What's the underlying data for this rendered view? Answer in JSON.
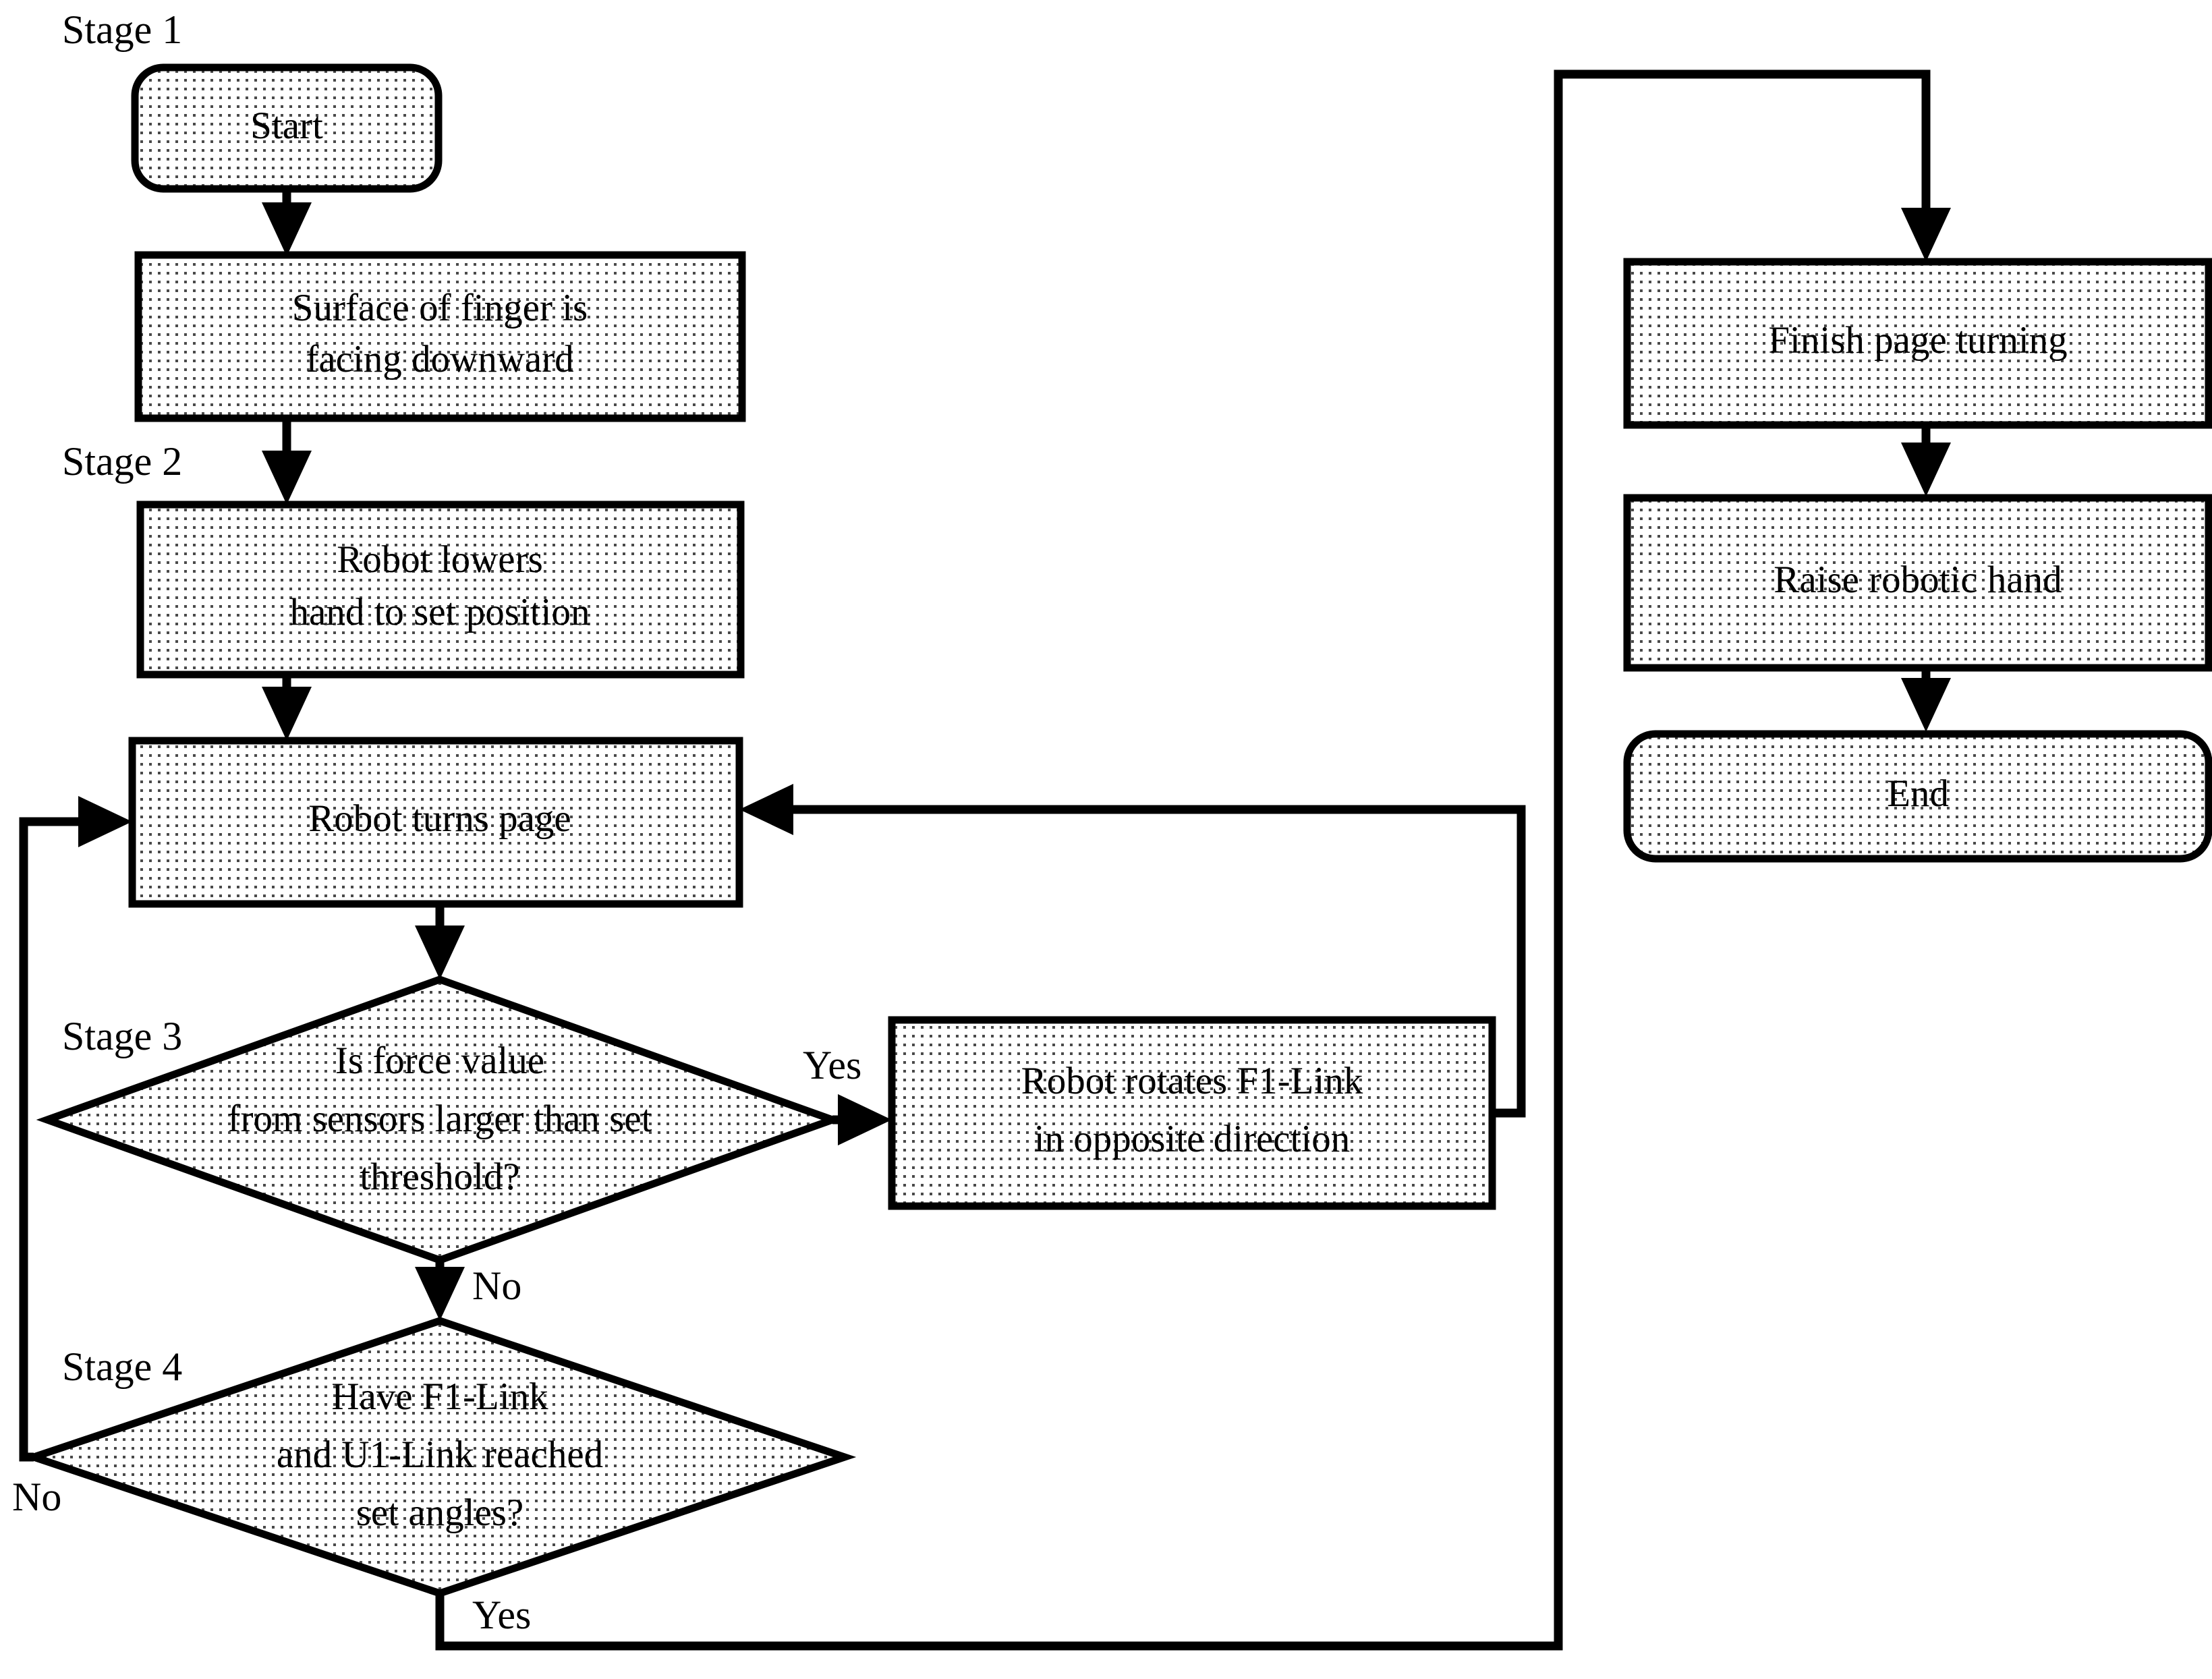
{
  "diagram": {
    "title": "Robotic page-turning control flowchart",
    "fill_pattern": "dotted-stipple",
    "line_color": "#000000",
    "background_color": "#ffffff"
  },
  "stages": [
    {
      "id": "stage1",
      "label": "Stage 1"
    },
    {
      "id": "stage2",
      "label": "Stage 2"
    },
    {
      "id": "stage3",
      "label": "Stage 3"
    },
    {
      "id": "stage4",
      "label": "Stage 4"
    }
  ],
  "nodes": [
    {
      "id": "start",
      "shape": "terminator",
      "line1": "Start",
      "line2": ""
    },
    {
      "id": "finger-down",
      "shape": "process",
      "line1": "Surface of finger is",
      "line2": "facing downward"
    },
    {
      "id": "lower-hand",
      "shape": "process",
      "line1": "Robot lowers",
      "line2": "hand to set position"
    },
    {
      "id": "turn-page",
      "shape": "process",
      "line1": "Robot turns page",
      "line2": ""
    },
    {
      "id": "force-check",
      "shape": "decision",
      "line1": "Is force value",
      "line2": "from sensors larger than set",
      "line3": "threshold?"
    },
    {
      "id": "rotate-back",
      "shape": "process",
      "line1": "Robot rotates F1-Link",
      "line2": "in opposite direction"
    },
    {
      "id": "angle-check",
      "shape": "decision",
      "line1": "Have F1-Link",
      "line2": "and U1-Link reached",
      "line3": "set angles?"
    },
    {
      "id": "finish-turn",
      "shape": "process",
      "line1": "Finish page turning",
      "line2": ""
    },
    {
      "id": "raise-hand",
      "shape": "process",
      "line1": "Raise robotic hand",
      "line2": ""
    },
    {
      "id": "end",
      "shape": "terminator",
      "line1": "End",
      "line2": ""
    }
  ],
  "edge_labels": {
    "force_yes": "Yes",
    "force_no": "No",
    "angle_no": "No",
    "angle_yes": "Yes"
  }
}
